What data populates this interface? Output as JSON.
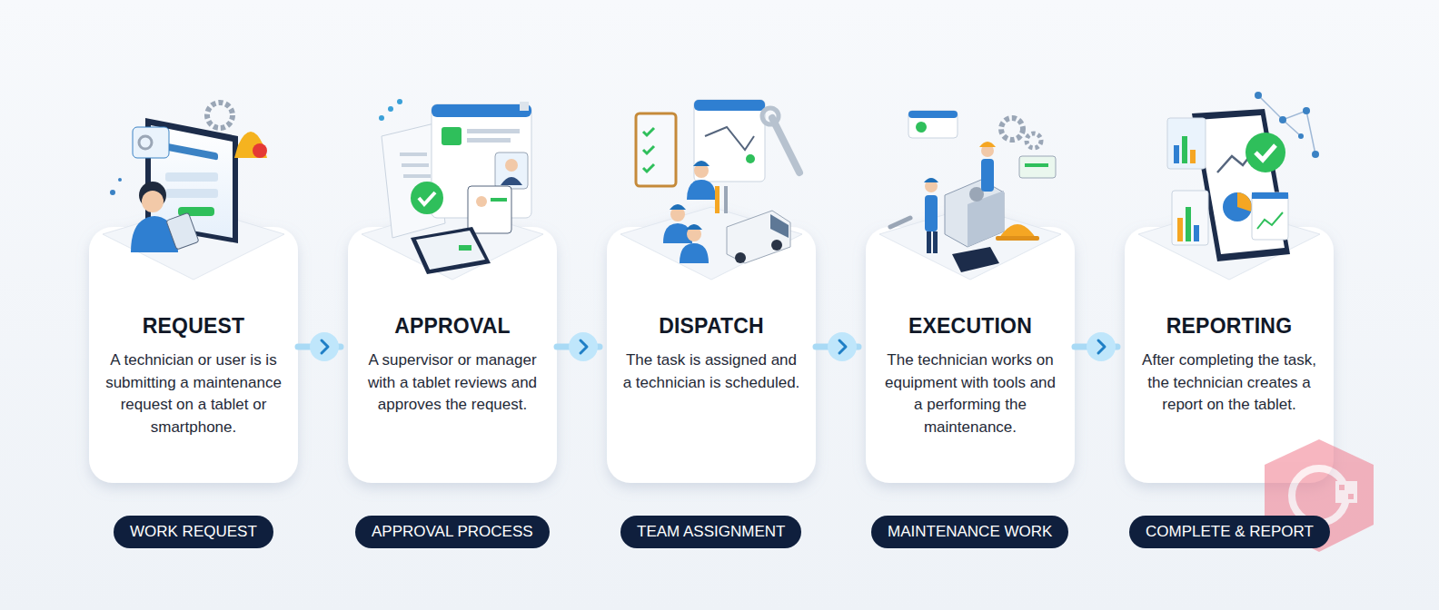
{
  "diagram": {
    "nodes": [
      {
        "text": [
          "REQUEST",
          "A technician or user is is submitting a maintenance request on a tablet or smartphone."
        ]
      },
      {
        "text": [
          "APPROVAL",
          "A supervisor or manager with a tablet reviews and approves the request."
        ]
      },
      {
        "text": [
          "DISPATCH",
          "The task is assigned and a technician is scheduled."
        ]
      },
      {
        "text": [
          "EXECUTION",
          "The technician works on equipment with tools and a performing the maintenance."
        ]
      },
      {
        "text": [
          "REPORTING",
          "After completing the task, the technician creates a report on the tablet."
        ]
      },
      {
        "text": [
          "WORK REQUEST"
        ]
      },
      {
        "text": [
          "APPROVAL PROCESS"
        ]
      },
      {
        "text": [
          "TEAM ASSIGNMENT"
        ]
      },
      {
        "text": [
          "MAINTENANCE WORK"
        ]
      },
      {
        "text": [
          "COMPLETE & REPORT"
        ]
      }
    ],
    "edges": [
      {
        "from": 0,
        "to": 1,
        "arrow": "to"
      },
      {
        "from": 1,
        "to": 2,
        "arrow": "to"
      },
      {
        "from": 2,
        "to": 3,
        "arrow": "to"
      },
      {
        "from": 3,
        "to": 4,
        "arrow": "to"
      }
    ]
  }
}
